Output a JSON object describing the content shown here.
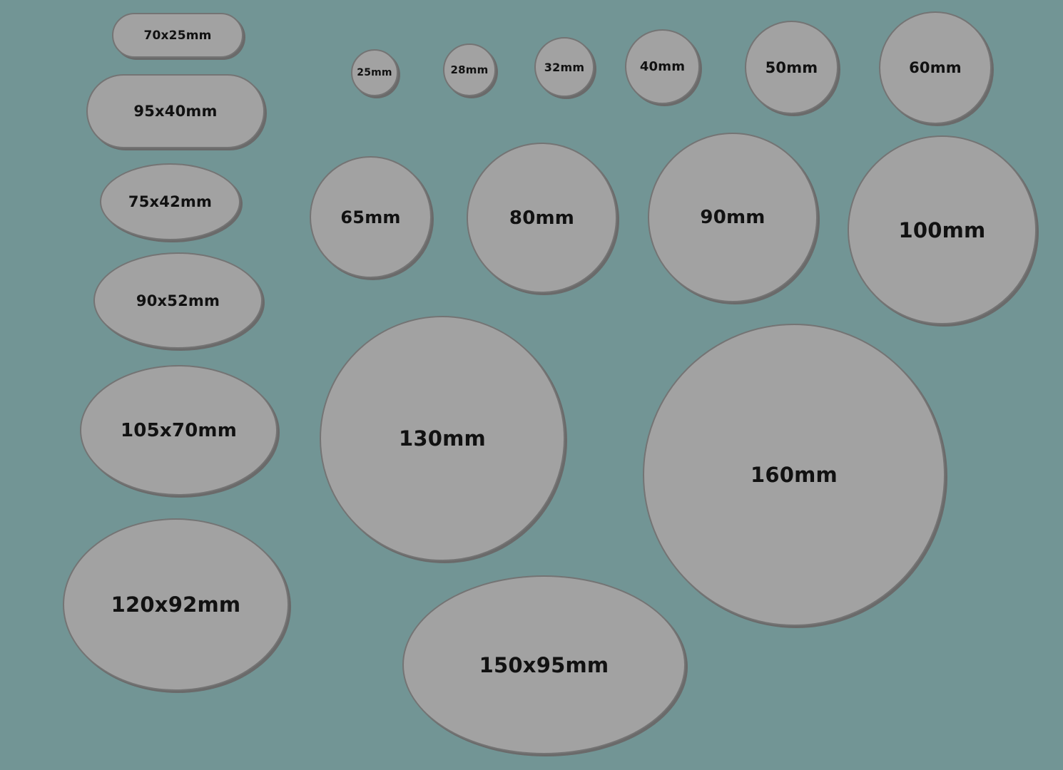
{
  "colors": {
    "background": "#729595",
    "base_fill": "#a2a2a2",
    "base_outline": "#747474",
    "label": "#111111"
  },
  "bases": {
    "oval_70x25": "70x25mm",
    "oval_95x40": "95x40mm",
    "oval_75x42": "75x42mm",
    "oval_90x52": "90x52mm",
    "oval_105x70": "105x70mm",
    "oval_120x92": "120x92mm",
    "oval_150x95": "150x95mm",
    "round_25": "25mm",
    "round_28": "28mm",
    "round_32": "32mm",
    "round_40": "40mm",
    "round_50": "50mm",
    "round_60": "60mm",
    "round_65": "65mm",
    "round_80": "80mm",
    "round_90": "90mm",
    "round_100": "100mm",
    "round_130": "130mm",
    "round_160": "160mm"
  }
}
